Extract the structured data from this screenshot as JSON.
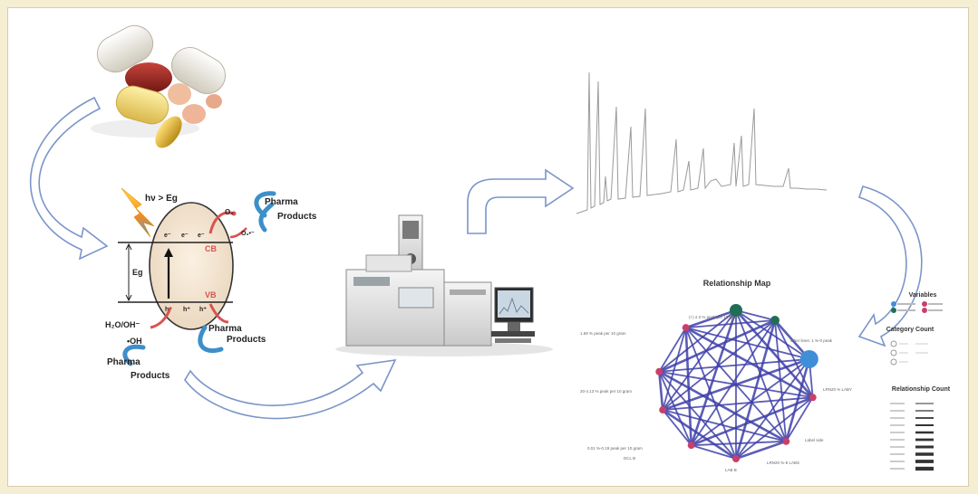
{
  "photocatalysis": {
    "energy_label": "hν > Eg",
    "cb_label": "CB",
    "vb_label": "VB",
    "gap_label": "Eg",
    "electron_label": "e⁻",
    "hole_label": "h⁺",
    "o2_label": "O₂",
    "superoxide_label": "O₂•⁻",
    "water_label": "H₂O/OH⁻",
    "hydroxyl_label": "•OH",
    "pharma_label": "Pharma",
    "products_label": "Products"
  },
  "network": {
    "title": "Relationship Map",
    "legend_variables_title": "Variables",
    "legend_category_title": "Category Count",
    "legend_relationship_title": "Relationship Count",
    "node_labels": [
      "(+) 2.3 % peak per 10 gram",
      "1.69 % peak per 10 gram",
      "20-4.13 % peak per 10 gram",
      "0.01 %-0.19 peak per 10 gram",
      "DCL B",
      "LAB B",
      "LRN20 %-8 LABS",
      "Label side",
      "LRN20 % LABY",
      "other lines: 1 %-0 peak"
    ]
  },
  "colors": {
    "arrow_stroke": "#7b95c9",
    "arrow_fill": "#ffffff",
    "network_edge": "#3e3fa8",
    "node_pink": "#c8406a",
    "node_green": "#1f6e55",
    "node_blue": "#3f8fd8",
    "band_red": "#d9534f",
    "catalyst_fill": "#f3e4cf"
  }
}
